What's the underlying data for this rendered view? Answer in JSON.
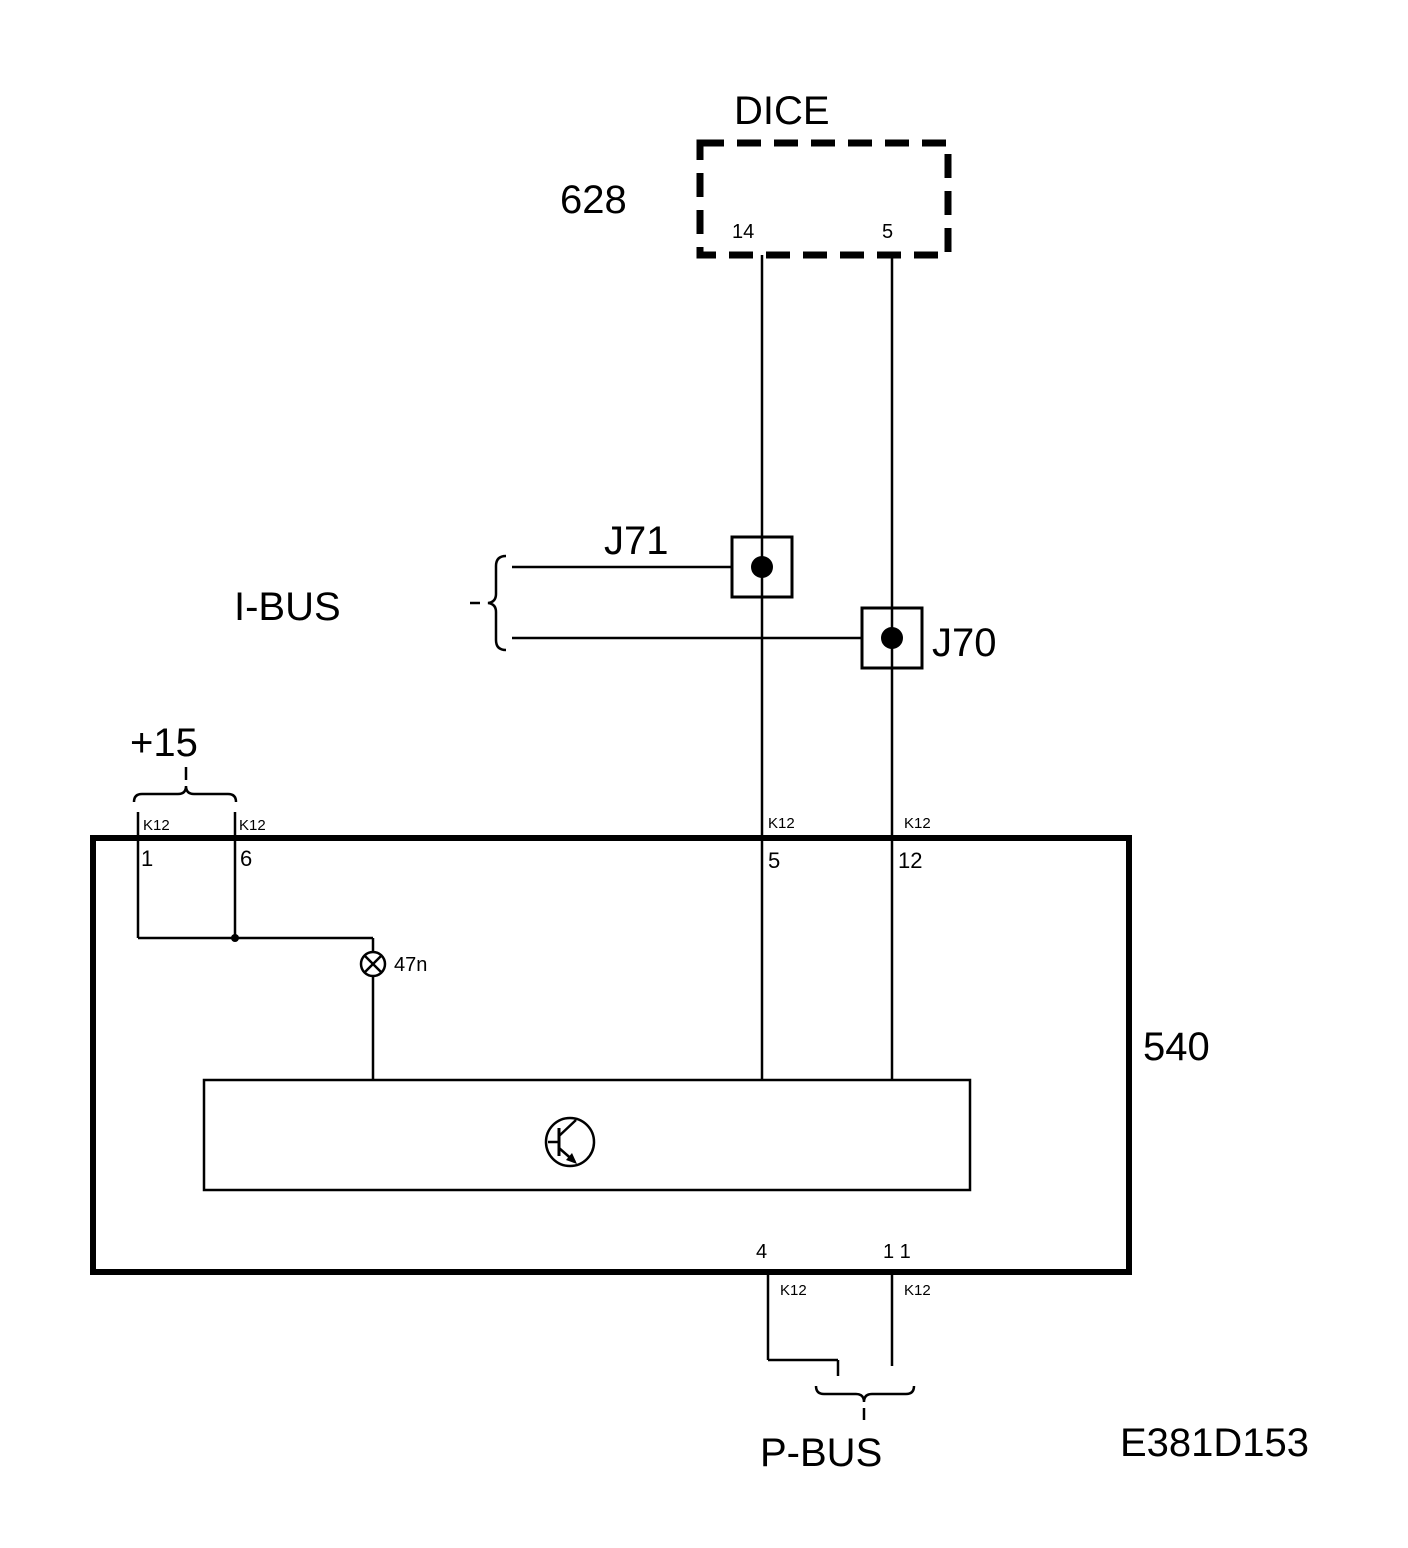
{
  "diagram_id": "E381D153",
  "components": {
    "dice": {
      "name": "DICE",
      "number": "628",
      "pin_left": "14",
      "pin_right": "5"
    },
    "module": {
      "number": "540"
    },
    "j71": {
      "label": "J71"
    },
    "j70": {
      "label": "J70"
    },
    "lamp": {
      "label": "47n"
    }
  },
  "buses": {
    "ibus": "I-BUS",
    "pbus": "P-BUS",
    "supply": "+15"
  },
  "connectors": {
    "top_1": {
      "connector": "K12",
      "pin": "1"
    },
    "top_6": {
      "connector": "K12",
      "pin": "6"
    },
    "top_5": {
      "connector": "K12",
      "pin": "5"
    },
    "top_12": {
      "connector": "K12",
      "pin": "12"
    },
    "bottom_4": {
      "connector": "K12",
      "pin": "4"
    },
    "bottom_11": {
      "connector": "K12",
      "pin": "1 1"
    }
  }
}
